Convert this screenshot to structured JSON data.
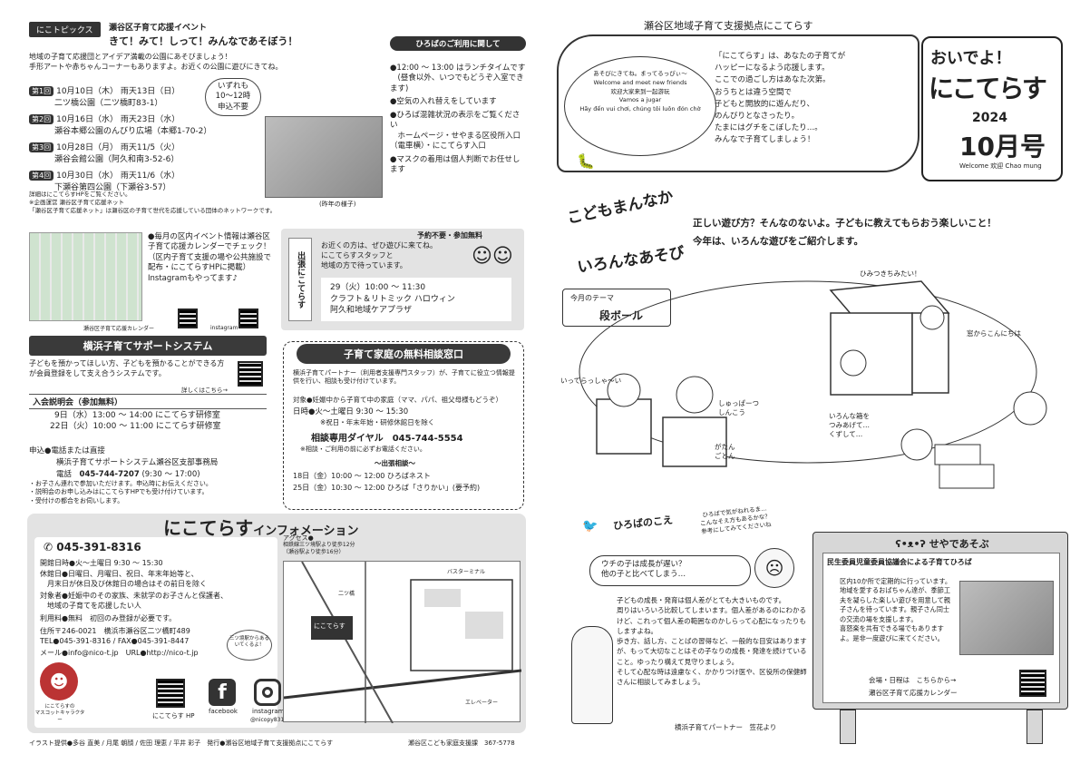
{
  "left": {
    "topics": {
      "tag": "にこトピックス",
      "org": "瀬谷区子育て応援イベント",
      "headline": "きて！みて！しって！みんなであそぼう！",
      "intro": "地域の子育て応援団とアイデア満載の公園にあそびましょう！\n手形アートや赤ちゃんコーナーもありますよ。お近くの公園に遊びにきてね。",
      "events": [
        {
          "badge": "第1回",
          "line1": "10月10日（木） 雨天13日（日）",
          "line2": "二ツ橋公園（二ツ橋町83-1）"
        },
        {
          "badge": "第2回",
          "line1": "10月16日（水） 雨天23日（水）",
          "line2": "瀬谷本郷公園のんびり広場（本郷1-70-2）"
        },
        {
          "badge": "第3回",
          "line1": "10月28日（月） 雨天11/5（火）",
          "line2": "瀬谷会館公園（阿久和南3-52-6）"
        },
        {
          "badge": "第4回",
          "line1": "10月30日（水） 雨天11/6（水）",
          "line2": "下瀬谷第四公園（下瀬谷3-57）"
        }
      ],
      "time_note": "いずれも\n10～12時\n申込不要",
      "details": "詳細はにこてらすHPをご覧ください。\n※企画運営 瀬谷区子育て応援ネット\n「瀬谷区子育て応援ネット」は瀬谷区の子育て世代を応援している団体のネットワークです。",
      "photo_caption": "(昨年の様子)"
    },
    "hiroba": {
      "title": "ひろばのご利用に関して",
      "items": [
        "●12:00 ～ 13:00 はランチタイムです\n　(昼食以外、いつでもどうぞ入室できます)",
        "●空気の入れ替えをしています",
        "●ひろば混雑状況の表示をご覧ください\n　ホームページ・せやまる区役所入口（電車横）・にこてらす入口",
        "●マスクの着用は個人判断でお任せします"
      ]
    },
    "calendar": {
      "text": "●毎月の区内イベント情報は瀬谷区子育て応援カレンダーでチェック！（区内子育て支援の場や公共施設で配布・にこてらすHPに掲載）Instagramもやってます♪",
      "caption1": "瀬谷区子育て応援カレンダー",
      "caption2": "instagram"
    },
    "outreach": {
      "vertical": "出張にこてらす",
      "free": "予約不要・参加無料",
      "text": "お近くの方は、ぜひ遊びに来てね。\nにこてらすスタッフと\n地域の方で待っています。",
      "date": "29（火）10:00 ～ 11:30",
      "event": "クラフト＆リトミック ハロウィン",
      "place": "阿久和地域ケアプラザ"
    },
    "support": {
      "title": "横浜子育てサポートシステム",
      "text": "子どもを預かってほしい方、子どもを預かることができる方が会員登録をして支え合うシステムです。",
      "detail_link": "詳しくはこちら→",
      "session_label": "入会説明会（参加無料）",
      "sessions": [
        "9日（水）13:00 ～ 14:00 にこてらす研修室",
        "22日（火）10:00 ～ 11:00 にこてらす研修室"
      ],
      "apply": "申込●電話または直接",
      "office": "横浜子育てサポートシステム瀬谷区支部事務局",
      "phone_label": "電話",
      "phone": "045-744-7207",
      "hours": "(9:30 ～ 17:00)",
      "notes": "・お子さん連れで参加いただけます。申込時にお伝えください。\n・説明会のお申し込みはにこてらすHPでも受け付けています。\n・受付けの都合をお伺いします。"
    },
    "consult": {
      "title": "子育て家庭の無料相談窓口",
      "intro": "横浜子育てパートナー（利用者支援専門スタッフ）が、子育てに役立つ情報提供を行い、相談も受け付けています。",
      "target": "対象●妊娠中から子育て中の家庭（ママ、パパ、祖父母様もどうぞ）",
      "days": "日時●火～土曜日 9:30 ～ 15:30",
      "days_note": "※祝日・年末年始・研修休館日を除く",
      "dial_label": "相談専用ダイヤル",
      "dial": "045-744-5554",
      "dial_note": "※相談・ご利用の前に必ずお電話ください。",
      "outreach_label": "～出張相談～",
      "outreach1": "18日（金）10:00 ～ 12:00 ひろばネスト",
      "outreach2": "25日（金）10:30 ～ 12:00 ひろば「さりかい」(要予約)"
    },
    "info": {
      "title_a": "にこてらす",
      "title_b": "インフォメーション",
      "phone": "045-391-8316",
      "open": "開館日時●火～土曜日 9:30 ～ 15:30",
      "closed": "休館日●日曜日、月曜日、祝日、年末年始等と、\n　月末日が休日及び休館日の場合はその前日を除く",
      "target": "対象者●妊娠中のその家族、未就学のお子さんと保護者、\n　地域の子育てを応援したい人",
      "fee": "利用料●無料　初回のみ登録が必要です。",
      "address": "住所〒246-0021　横浜市瀬谷区二ツ橋町489",
      "tel_fax": "TEL●045-391-8316 / FAX●045-391-8447",
      "mail": "メール●info@nico-t.jp　URL●http://nico-t.jp",
      "access_title": "アクセス●",
      "access": "相鉄線三ツ境駅より徒歩12分\n（瀬谷駅より徒歩16分）",
      "station": "バスターミナル",
      "map_labels": [
        "にこてらす",
        "二ツ橋",
        "エレベーター"
      ],
      "walk_note": "三ツ境駅からあるいてくるよ！",
      "hp_label": "にこてらす HP",
      "facebook": "facebook",
      "instagram": "instagram",
      "insta_id": "@nicopy8316",
      "mascot_note": "にこてらすの\nマスコットキャラクター"
    },
    "footer": "イラスト提供●多谷 直美 / 月尾 朝顔 / 佐田 理恵 / 平井 彩子　発行●瀬谷区地域子育て支援拠点にこてらす",
    "footer2": "瀬谷区こども家庭支援課　367-5778"
  },
  "right": {
    "header": {
      "subtitle": "瀬谷区地域子育て支援拠点にこてらす",
      "welcome_jp": "あそびにきてね。まってるっぴぃ～",
      "welcome_en": "Welcome and meet new friends",
      "welcome_cn": "欢迎大家来到一起游玩",
      "welcome_es": "Vamos a jugar",
      "welcome_vi": "Hãy đến vui chơi, chúng tôi luôn đón chờ",
      "message": "「にこてらす」は、あなたの子育てが\nハッピーになるよう応援します。\nここでの過ごし方はあなた次第。\nおうちとは違う空間で\n子どもと開放的に遊んだり、\nのんびりとなさったり。\nたまにはグチをこぼしたり…。\nみんなで子育てしましょう！",
      "logo_top": "おいでよ！",
      "logo_main": "にこてらす",
      "year": "2024",
      "issue": "10月号",
      "issue_sub": "Welcome 欢迎 Chao mung"
    },
    "play": {
      "title_a": "こどもまんなか",
      "title_b": "いろんなあそび",
      "lead1": "正しい遊び方？そんなのないよ。子どもに教えてもらおう楽しいこと！",
      "lead2": "今年は、いろんな遊びをご紹介します。",
      "theme_label": "今月のテーマ",
      "theme": "段ボール",
      "bubbles": [
        "ひみつきちみたい！",
        "窓からこんにちは",
        "いってらっしゃ～い",
        "しゅっぱーつ\nしんこう",
        "がたん\nごとん",
        "いろんな箱を\nつみあげて…\nくずして…"
      ]
    },
    "voice": {
      "title": "ひろばのこえ",
      "side": "ひろばで気がねれるま…\nこんなそえ方もあるかな？\n参考にしてみてくださいね",
      "question": "ウチの子は成長が遅い？\n他の子と比べてしまう…",
      "answer": "子どもの成長・発育は個人差がとても大きいものです。\n周りはいろいろ比較してしまいます。個人差があるのにわかるけど、これって個人差の範囲なのかしらって心配になったりもしますよね。\n歩き方、話し方、ことばの習得など、一般的な目安はありますが、もって大切なことはその子なりの成長・発達を続けていること。ゆったり構えて見守りましょう。\nそして心配な時は遠慮なく、かかりつけ医や、区役所の保健師さんに相談してみましょう。",
      "sign": "横浜子育てパートナー　笠花より"
    },
    "seya": {
      "title": "せやであそぶ",
      "subtitle": "民生委員児童委員協議会による子育てひろば",
      "text": "区内10か所で定期的に行っています。地域を愛するおばちゃん達が、季節工夫を凝らした楽しい遊びを用意して親子さんを待っています。親子さん同士の交流の場を支援します。\n喜怒楽を共有できる場でもありますよ。是非一度遊びに来てください。",
      "foot1": "会場・日程は",
      "foot2": "こちらから→",
      "foot3": "瀬谷区子育て応援カレンダー"
    }
  }
}
